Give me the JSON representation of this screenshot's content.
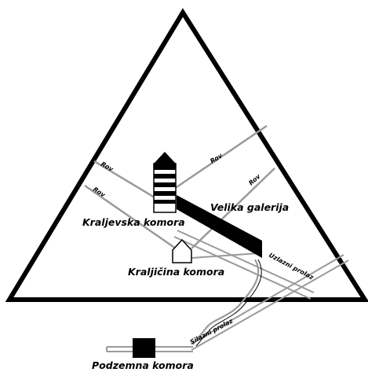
{
  "diagram": {
    "labels": {
      "shaft_left_upper": "Rov",
      "shaft_left_lower": "Rov",
      "shaft_right_upper": "Rov",
      "shaft_right_lower": "Rov",
      "grand_gallery": "Velika galerija",
      "kings_chamber": "Kraljevska komora",
      "queens_chamber": "Kraljičina komora",
      "ascending_passage": "Uzlazni prolaz",
      "descending_passage": "Silazni prolaz",
      "subterranean_chamber": "Podzemna komora"
    },
    "colors": {
      "outline": "#000000",
      "shaft": "#9a9a9a",
      "fill": "#ffffff",
      "gallery": "#000000"
    }
  }
}
